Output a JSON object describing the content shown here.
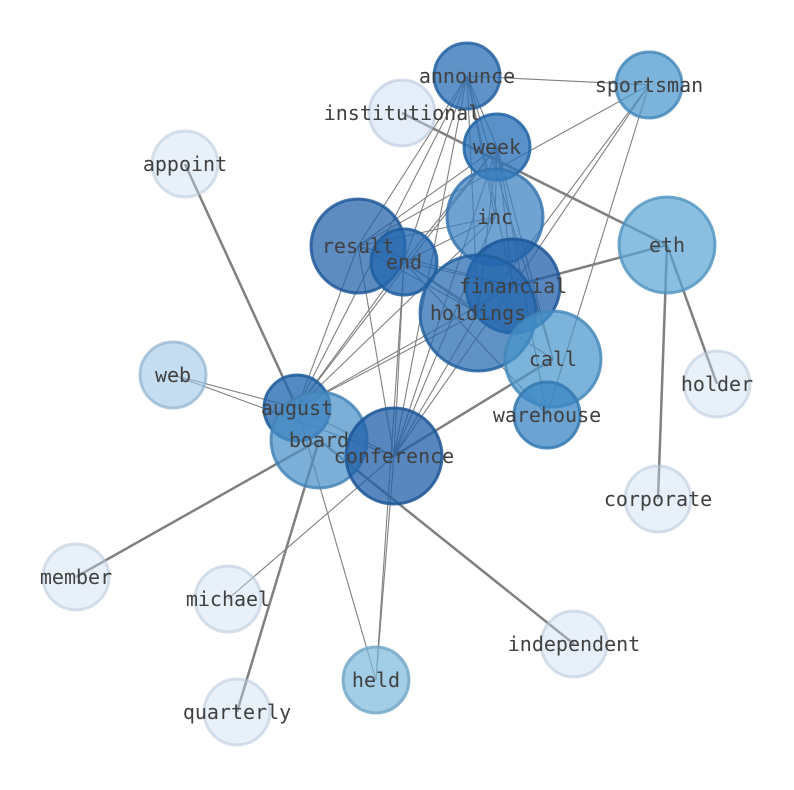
{
  "graph": {
    "nodes": [
      {
        "id": "announce",
        "label": "announce",
        "color": "#2a6eb4",
        "opacity": 0.75
      },
      {
        "id": "sportsman",
        "label": "sportsman",
        "color": "#4a96cc",
        "opacity": 0.72
      },
      {
        "id": "institutional",
        "label": "institutional",
        "color": "#c6d9f0",
        "opacity": 0.45
      },
      {
        "id": "week",
        "label": "week",
        "color": "#2a72b8",
        "opacity": 0.78
      },
      {
        "id": "appoint",
        "label": "appoint",
        "color": "#c6d9f0",
        "opacity": 0.4
      },
      {
        "id": "inc",
        "label": "inc",
        "color": "#3a80c0",
        "opacity": 0.72
      },
      {
        "id": "eth",
        "label": "eth",
        "color": "#5aa4d4",
        "opacity": 0.7
      },
      {
        "id": "result",
        "label": "result",
        "color": "#1f5fa8",
        "opacity": 0.72
      },
      {
        "id": "end",
        "label": "end",
        "color": "#2468b0",
        "opacity": 0.78
      },
      {
        "id": "financial",
        "label": "financial",
        "color": "#1f5fa8",
        "opacity": 0.75
      },
      {
        "id": "holdings",
        "label": "holdings",
        "color": "#2468b0",
        "opacity": 0.72
      },
      {
        "id": "call",
        "label": "call",
        "color": "#4a96cc",
        "opacity": 0.72
      },
      {
        "id": "holder",
        "label": "holder",
        "color": "#c6d9f0",
        "opacity": 0.4
      },
      {
        "id": "web",
        "label": "web",
        "color": "#9ec6e6",
        "opacity": 0.6
      },
      {
        "id": "warehouse",
        "label": "warehouse",
        "color": "#3a86c4",
        "opacity": 0.75
      },
      {
        "id": "august",
        "label": "august",
        "color": "#2468b0",
        "opacity": 0.78
      },
      {
        "id": "board",
        "label": "board",
        "color": "#4a90c8",
        "opacity": 0.72
      },
      {
        "id": "conference",
        "label": "conference",
        "color": "#1f5fa8",
        "opacity": 0.75
      },
      {
        "id": "corporate",
        "label": "corporate",
        "color": "#c6d9f0",
        "opacity": 0.4
      },
      {
        "id": "member",
        "label": "member",
        "color": "#c6d9f0",
        "opacity": 0.4
      },
      {
        "id": "michael",
        "label": "michael",
        "color": "#c6d9f0",
        "opacity": 0.4
      },
      {
        "id": "independent",
        "label": "independent",
        "color": "#c6d9f0",
        "opacity": 0.4
      },
      {
        "id": "held",
        "label": "held",
        "color": "#7ab8dc",
        "opacity": 0.7
      },
      {
        "id": "quarterly",
        "label": "quarterly",
        "color": "#c6d9f0",
        "opacity": 0.4
      }
    ],
    "edges": [
      {
        "source": "announce",
        "target": "sportsman",
        "weight": 1
      },
      {
        "source": "announce",
        "target": "week",
        "weight": 1
      },
      {
        "source": "announce",
        "target": "inc",
        "weight": 1
      },
      {
        "source": "announce",
        "target": "result",
        "weight": 1
      },
      {
        "source": "announce",
        "target": "end",
        "weight": 1
      },
      {
        "source": "announce",
        "target": "financial",
        "weight": 1
      },
      {
        "source": "announce",
        "target": "holdings",
        "weight": 1
      },
      {
        "source": "announce",
        "target": "call",
        "weight": 1
      },
      {
        "source": "announce",
        "target": "august",
        "weight": 1
      },
      {
        "source": "announce",
        "target": "conference",
        "weight": 1
      },
      {
        "source": "sportsman",
        "target": "financial",
        "weight": 1
      },
      {
        "source": "sportsman",
        "target": "holdings",
        "weight": 1
      },
      {
        "source": "sportsman",
        "target": "warehouse",
        "weight": 1
      },
      {
        "source": "sportsman",
        "target": "result",
        "weight": 1
      },
      {
        "source": "institutional",
        "target": "eth",
        "weight": 2
      },
      {
        "source": "week",
        "target": "inc",
        "weight": 1
      },
      {
        "source": "week",
        "target": "result",
        "weight": 1
      },
      {
        "source": "week",
        "target": "end",
        "weight": 1
      },
      {
        "source": "week",
        "target": "financial",
        "weight": 1
      },
      {
        "source": "week",
        "target": "holdings",
        "weight": 1
      },
      {
        "source": "week",
        "target": "call",
        "weight": 1
      },
      {
        "source": "week",
        "target": "warehouse",
        "weight": 1
      },
      {
        "source": "week",
        "target": "august",
        "weight": 1
      },
      {
        "source": "week",
        "target": "conference",
        "weight": 1
      },
      {
        "source": "appoint",
        "target": "august",
        "weight": 2
      },
      {
        "source": "inc",
        "target": "result",
        "weight": 1
      },
      {
        "source": "inc",
        "target": "end",
        "weight": 1
      },
      {
        "source": "inc",
        "target": "august",
        "weight": 1
      },
      {
        "source": "inc",
        "target": "conference",
        "weight": 1
      },
      {
        "source": "result",
        "target": "financial",
        "weight": 1
      },
      {
        "source": "result",
        "target": "holdings",
        "weight": 1
      },
      {
        "source": "result",
        "target": "august",
        "weight": 1
      },
      {
        "source": "result",
        "target": "conference",
        "weight": 1
      },
      {
        "source": "end",
        "target": "financial",
        "weight": 1
      },
      {
        "source": "end",
        "target": "holdings",
        "weight": 1
      },
      {
        "source": "end",
        "target": "call",
        "weight": 1
      },
      {
        "source": "end",
        "target": "warehouse",
        "weight": 1
      },
      {
        "source": "end",
        "target": "august",
        "weight": 1
      },
      {
        "source": "end",
        "target": "conference",
        "weight": 1
      },
      {
        "source": "end",
        "target": "held",
        "weight": 1
      },
      {
        "source": "eth",
        "target": "holder",
        "weight": 2
      },
      {
        "source": "eth",
        "target": "corporate",
        "weight": 2
      },
      {
        "source": "eth",
        "target": "financial",
        "weight": 2
      },
      {
        "source": "financial",
        "target": "august",
        "weight": 1
      },
      {
        "source": "financial",
        "target": "conference",
        "weight": 1
      },
      {
        "source": "holdings",
        "target": "august",
        "weight": 1
      },
      {
        "source": "holdings",
        "target": "conference",
        "weight": 1
      },
      {
        "source": "call",
        "target": "conference",
        "weight": 2
      },
      {
        "source": "web",
        "target": "august",
        "weight": 1
      },
      {
        "source": "web",
        "target": "conference",
        "weight": 1
      },
      {
        "source": "august",
        "target": "held",
        "weight": 1
      },
      {
        "source": "august",
        "target": "conference",
        "weight": 1
      },
      {
        "source": "board",
        "target": "member",
        "weight": 2
      },
      {
        "source": "board",
        "target": "independent",
        "weight": 2
      },
      {
        "source": "board",
        "target": "quarterly",
        "weight": 2
      },
      {
        "source": "conference",
        "target": "michael",
        "weight": 1
      },
      {
        "source": "conference",
        "target": "held",
        "weight": 1
      }
    ]
  }
}
